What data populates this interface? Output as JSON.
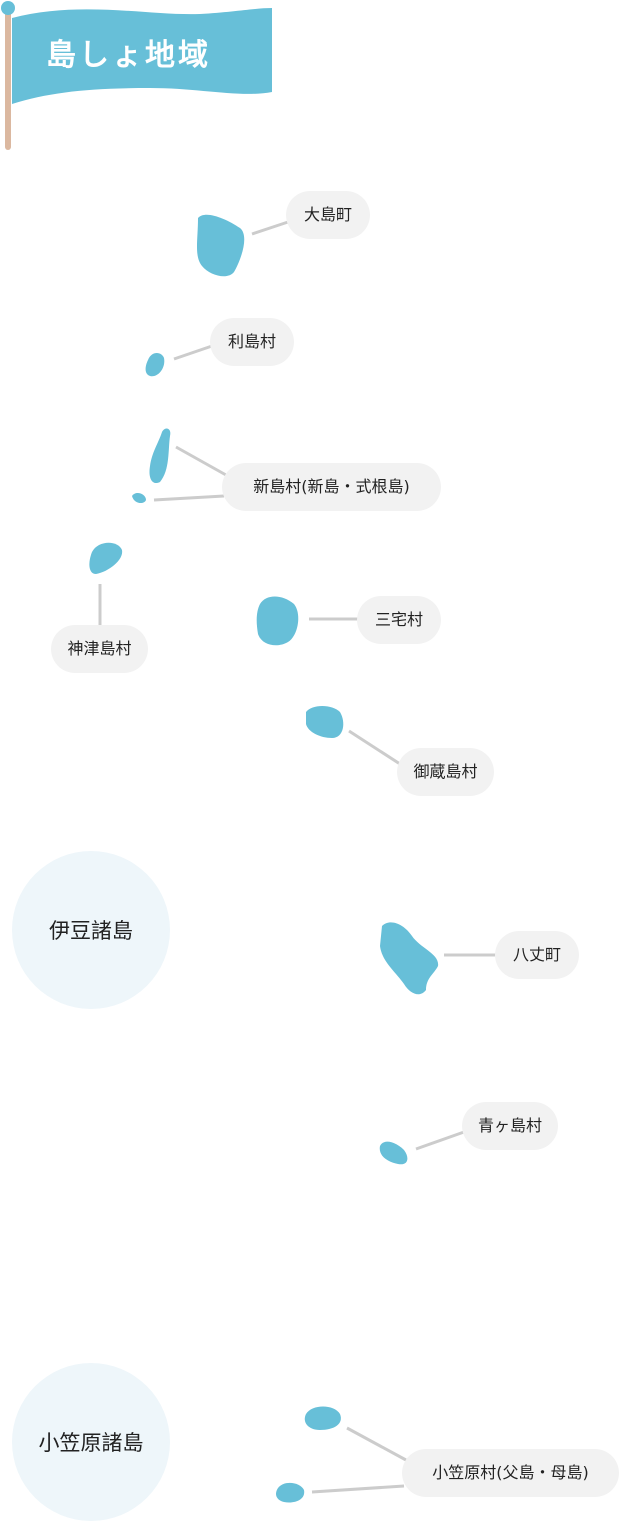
{
  "title": "島しょ地域",
  "colors": {
    "island": "#67bfd8",
    "flag_pole": "#dbb8a0",
    "label_bg": "#f2f2f2",
    "region_bg": "#eef6fa",
    "leader_line": "#cccccc"
  },
  "regions": [
    {
      "name": "伊豆諸島"
    },
    {
      "name": "小笠原諸島"
    }
  ],
  "municipalities": [
    {
      "name": "大島町"
    },
    {
      "name": "利島村"
    },
    {
      "name": "新島村(新島・式根島)"
    },
    {
      "name": "神津島村"
    },
    {
      "name": "三宅村"
    },
    {
      "name": "御蔵島村"
    },
    {
      "name": "八丈町"
    },
    {
      "name": "青ヶ島村"
    },
    {
      "name": "小笠原村(父島・母島)"
    }
  ]
}
